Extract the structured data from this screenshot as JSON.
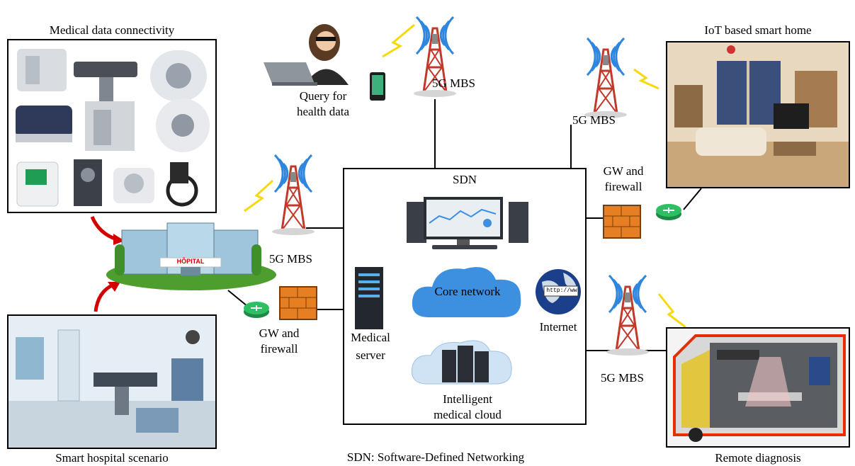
{
  "labels": {
    "medical_data": "Medical data connectivity",
    "iot_home": "IoT based smart home",
    "smart_hospital": "Smart hospital scenario",
    "remote_diagnosis": "Remote diagnosis",
    "sdn_footnote": "SDN: Software-Defined Networking",
    "sdn": "SDN",
    "query_line1": "Query for",
    "query_line2": "health data",
    "mbs_top": "5G MBS",
    "mbs_home": "5G MBS",
    "mbs_hospital": "5G MBS",
    "mbs_ambulance": "5G MBS",
    "gw_right_line1": "GW and",
    "gw_right_line2": "firewall",
    "gw_left_line1": "GW and",
    "gw_left_line2": "firewall",
    "core_network": "Core network",
    "medical_server_line1": "Medical",
    "medical_server_line2": "server",
    "internet": "Internet",
    "cloud_line1": "Intelligent",
    "cloud_line2": "medical  cloud",
    "hospital_sign": "HÔPITAL",
    "globe_text": "http://ww"
  },
  "colors": {
    "tower": "#c0392b",
    "signal": "#2e86de",
    "lightning": "#f5d90a",
    "cloud": "#3d8fe0",
    "firewall": "#e67e22",
    "router": "#27ae60",
    "ambulance_outline": "#e62e00"
  }
}
